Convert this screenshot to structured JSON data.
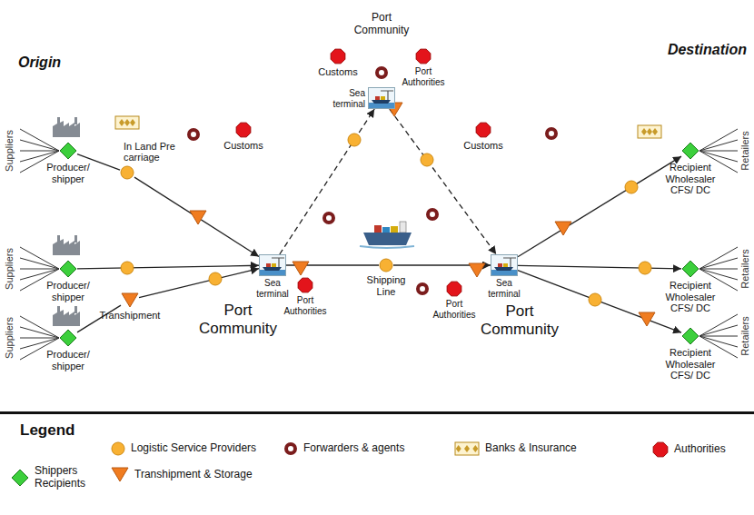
{
  "diagram": {
    "nodes": [
      {
        "text": [
          "Producer/ shipper"
        ]
      },
      {
        "text": [
          "In Land Pre carriage"
        ]
      },
      {
        "text": [
          "Producer/ shipper"
        ]
      },
      {
        "text": [
          "Transhipment"
        ]
      },
      {
        "text": [
          "Producer/ shipper"
        ]
      },
      {
        "text": [
          "Port Community"
        ]
      },
      {
        "text": [
          "Customs"
        ],
        "in": 5
      },
      {
        "text": [
          "Sea terminal"
        ],
        "in": 5
      },
      {
        "text": [
          "Port Authorities"
        ],
        "in": 5
      },
      {
        "text": [
          "Port Community"
        ]
      },
      {
        "text": [
          "Customs"
        ],
        "in": 9
      },
      {
        "text": [
          "Port Authorities"
        ],
        "in": 9
      },
      {
        "text": [
          "Sea terminal"
        ],
        "in": 9
      },
      {
        "text": [
          "Shipping Line"
        ]
      },
      {
        "text": [
          "Port Community"
        ]
      },
      {
        "text": [
          "Customs"
        ],
        "in": 14
      },
      {
        "text": [
          "Sea terminal"
        ],
        "in": 14
      },
      {
        "text": [
          "Port Authorities"
        ],
        "in": 14
      },
      {
        "text": [
          "Recipient Wholesaler CFS/ DC"
        ]
      },
      {
        "text": [
          "Recipient Wholesaler CFS/ DC"
        ]
      },
      {
        "text": [
          "Recipient Wholesaler CFS/ DC"
        ]
      }
    ],
    "edges": [
      {
        "from": 0,
        "to": 1,
        "arrow": "none"
      },
      {
        "from": 1,
        "to": 7,
        "arrow": "to"
      },
      {
        "from": 2,
        "to": 7,
        "arrow": "to"
      },
      {
        "from": 4,
        "to": 3,
        "arrow": "none"
      },
      {
        "from": 3,
        "to": 7,
        "arrow": "to"
      },
      {
        "from": 7,
        "to": 13,
        "arrow": "none"
      },
      {
        "from": 13,
        "to": 16,
        "arrow": "to"
      },
      {
        "from": 7,
        "to": 12,
        "arrow": "to"
      },
      {
        "from": 12,
        "to": 16,
        "arrow": "to"
      },
      {
        "from": 16,
        "to": 18,
        "arrow": "to"
      },
      {
        "from": 16,
        "to": 19,
        "arrow": "to"
      },
      {
        "from": 16,
        "to": 20,
        "arrow": "to"
      }
    ],
    "labels": [
      "Origin",
      "Destination",
      "Suppliers",
      "Suppliers",
      "Suppliers",
      "Retailers",
      "Retailers",
      "Retailers",
      "Legend"
    ],
    "legend": [
      {
        "text": "Logistic Service Providers"
      },
      {
        "text": "Forwarders & agents"
      },
      {
        "text": "Banks & Insurance"
      },
      {
        "text": "Authorities"
      },
      {
        "text": "Shippers Recipients"
      },
      {
        "text": "Transhipment & Storage"
      }
    ]
  }
}
